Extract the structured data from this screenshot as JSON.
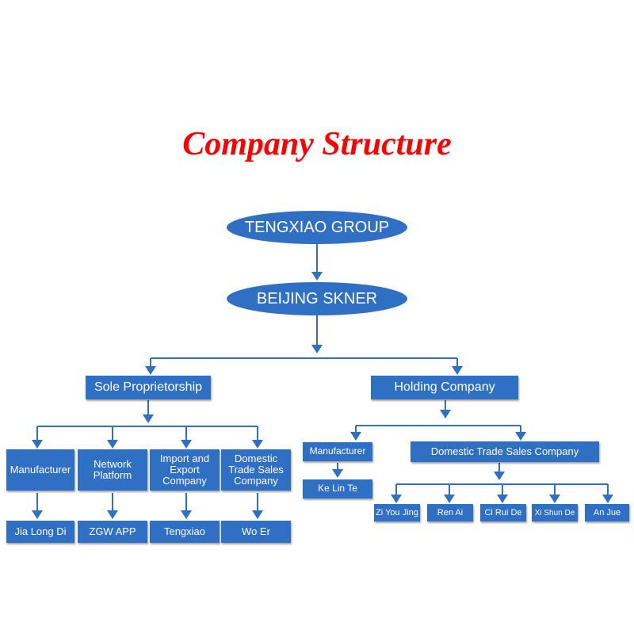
{
  "title": "Company Structure",
  "colors": {
    "title": "#ff0000",
    "node": "#2f6fc4",
    "connector": "#2f6fc4"
  },
  "top": {
    "group": "TENGXIAO GROUP",
    "subsidiary": "BEIJING SKNER"
  },
  "left_branch": {
    "label": "Sole Proprietorship",
    "units": [
      {
        "name": "Manufacturer",
        "brand": "Jia Long Di"
      },
      {
        "name": "Network Platform",
        "brand": "ZGW APP"
      },
      {
        "name": "Import and Export Company",
        "brand": "Tengxiao"
      },
      {
        "name": "Domestic Trade Sales Company",
        "brand": "Wo Er"
      }
    ]
  },
  "right_branch": {
    "label": "Holding Company",
    "manufacturer": {
      "name": "Manufacturer",
      "brand": "Ke Lin Te"
    },
    "sales": {
      "name": "Domestic Trade Sales Company",
      "brands": [
        "Zi You Jing",
        "Ren Ai",
        "Ci Rui De",
        "Xi Shun De",
        "An Jue"
      ]
    }
  }
}
